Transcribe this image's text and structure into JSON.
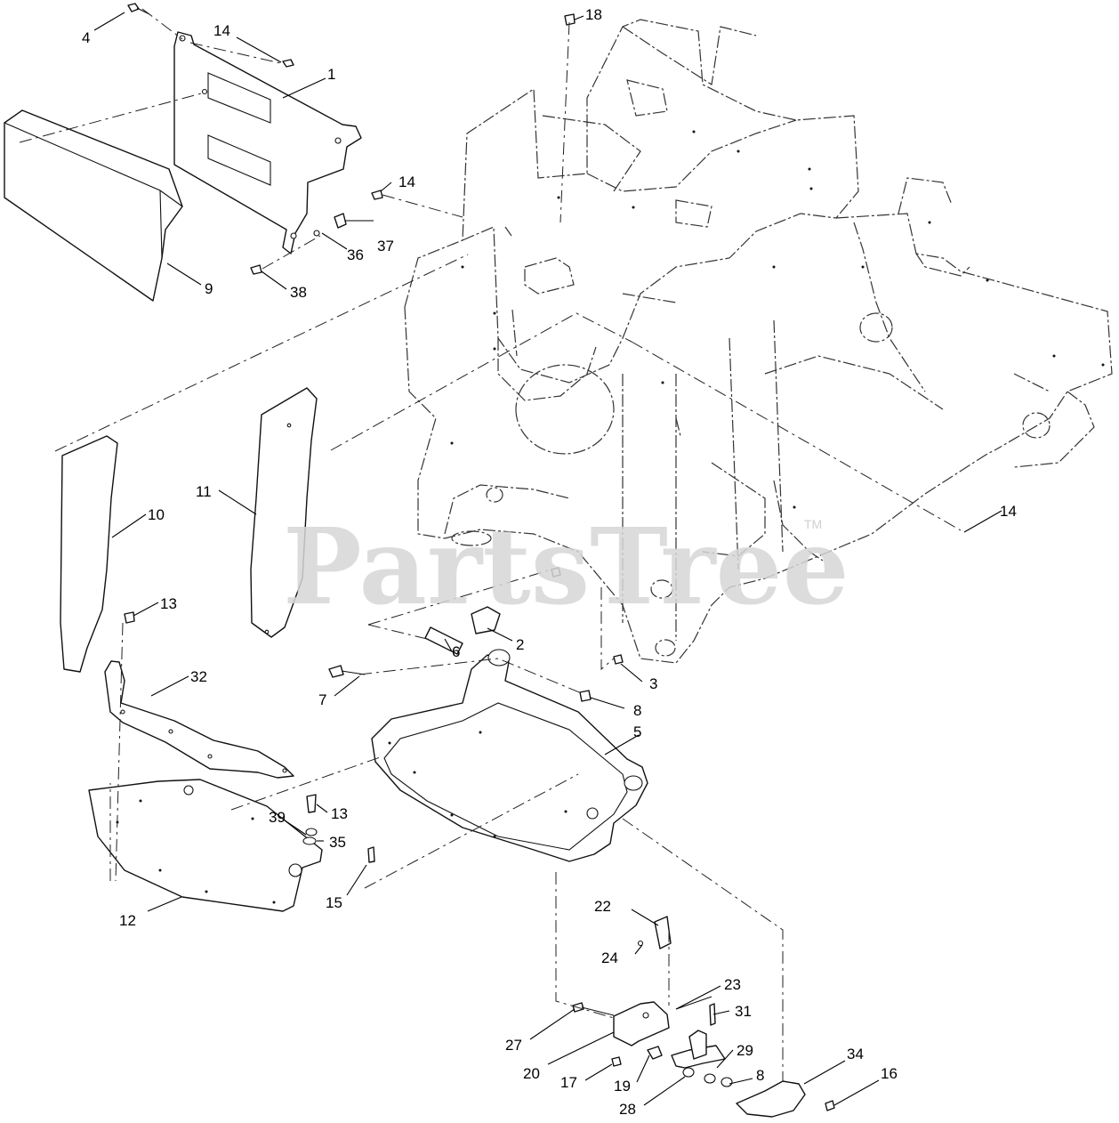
{
  "watermark": {
    "text": "PartsTree",
    "tm": "TM"
  },
  "callouts": [
    "1",
    "2",
    "3",
    "4",
    "5",
    "6",
    "7",
    "8",
    "8",
    "9",
    "10",
    "11",
    "12",
    "13",
    "13",
    "14",
    "14",
    "14",
    "15",
    "16",
    "17",
    "18",
    "19",
    "20",
    "22",
    "23",
    "24",
    "27",
    "28",
    "29",
    "31",
    "32",
    "34",
    "35",
    "36",
    "37",
    "38",
    "39"
  ]
}
